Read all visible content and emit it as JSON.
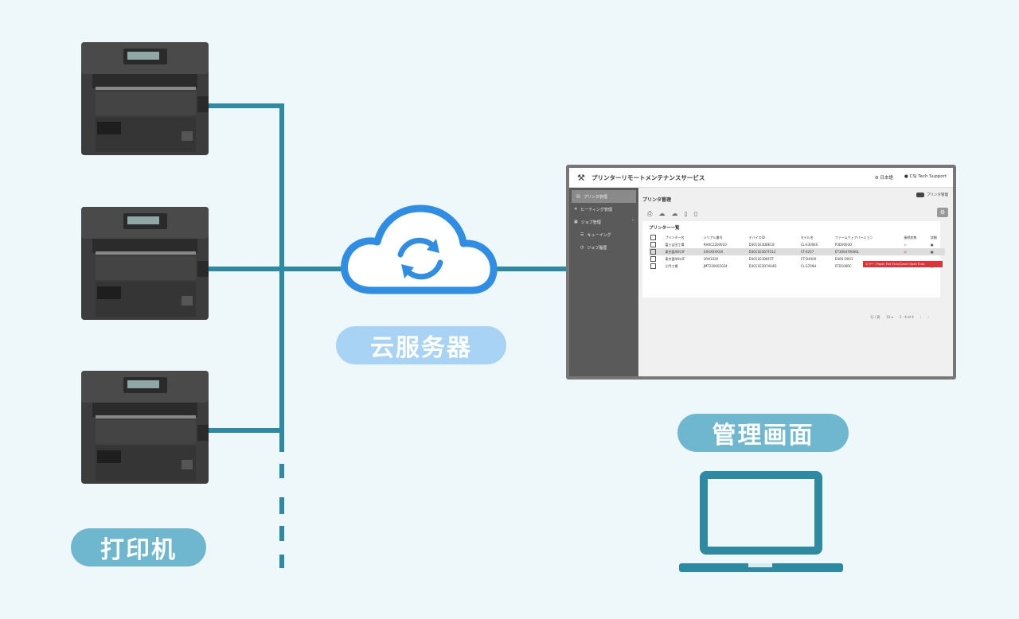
{
  "labels": {
    "printers": "打印机",
    "cloud": "云服务器",
    "admin": "管理画面"
  },
  "colors": {
    "background": "#eef7fa",
    "wire": "#2e8aa3",
    "cloud": "#2f8de4",
    "laptop": "#2e8aa3",
    "pill_dark": "#6fb6cf",
    "pill_light": "#a9d3f4",
    "error": "#d9353b"
  },
  "screen": {
    "app_title": "プリンターリモートメンテナンスサービス",
    "language": "日本語",
    "user": "CSJ Tech Support",
    "sidebar": [
      {
        "label": "プリンタ管理",
        "icon": "printer-icon"
      },
      {
        "label": "ヒーティング管理",
        "icon": "snowflake-icon"
      },
      {
        "label": "ジョブ管理",
        "icon": "job-icon"
      },
      {
        "label": "キューイング",
        "icon": "queue-icon"
      },
      {
        "label": "ジョブ履歴",
        "icon": "history-icon"
      }
    ],
    "page_title": "プリンタ管理",
    "toggle_label": "プリンタ管理",
    "panel_title": "プリンター一覧",
    "columns": [
      "プリンター名",
      "シリアル番号",
      "デバイスID",
      "モデル名",
      "ファームウェアバージョン",
      "接続状態",
      "詳細"
    ],
    "rows": [
      {
        "name": "富士吉田工場",
        "serial": "RH0C2200010",
        "device": "D3011E3DBEC8",
        "model": "CL-E300EX",
        "firmware": "P3D0003O",
        "status": "ok"
      },
      {
        "name": "東京霊岸町3F",
        "serial": "XXXXXXXXX",
        "device": "D3011E3D7F212",
        "model": "CT-E257",
        "firmware": "ET300470000L",
        "status": "error"
      },
      {
        "name": "東京霊岸町4F",
        "serial": "1RH1026",
        "device": "D3011E3D8F5T",
        "model": "CT-D4000",
        "firmware": "E400-O001",
        "status": "error"
      },
      {
        "name": "江門工場",
        "serial": "JMT220002024",
        "device": "D3011E3D7A44D",
        "model": "CL-S700H",
        "firmware": "FFD100RC",
        "status": "ok"
      }
    ],
    "error_message": "エラー : Paper End Error/Cover Open Error",
    "pager": {
      "rows_label": "行 / 頁",
      "rows_per_page": "10",
      "range": "1 - 4 of 4"
    }
  }
}
